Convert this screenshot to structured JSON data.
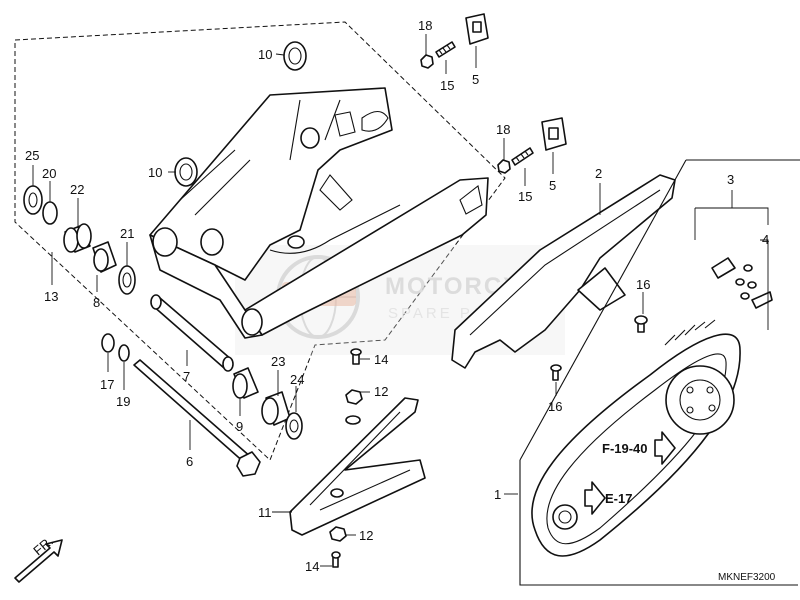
{
  "diagram": {
    "drawing_code": "MKNEF3200",
    "front_marker": "FR.",
    "references": {
      "f19_40": "F-19-40",
      "e17": "E-17"
    },
    "watermark": {
      "brand": "MOTORCYCLE",
      "sub": "SPARE PARTS"
    }
  },
  "callouts": {
    "c1": "1",
    "c2": "2",
    "c3": "3",
    "c4": "4",
    "c5a": "5",
    "c5b": "5",
    "c6": "6",
    "c7": "7",
    "c8": "8",
    "c9": "9",
    "c10a": "10",
    "c10b": "10",
    "c11": "11",
    "c12a": "12",
    "c12b": "12",
    "c13": "13",
    "c14a": "14",
    "c14b": "14",
    "c15a": "15",
    "c15b": "15",
    "c16a": "16",
    "c16b": "16",
    "c17": "17",
    "c18a": "18",
    "c18b": "18",
    "c19": "19",
    "c20": "20",
    "c21": "21",
    "c22": "22",
    "c23": "23",
    "c24": "24",
    "c25": "25"
  }
}
